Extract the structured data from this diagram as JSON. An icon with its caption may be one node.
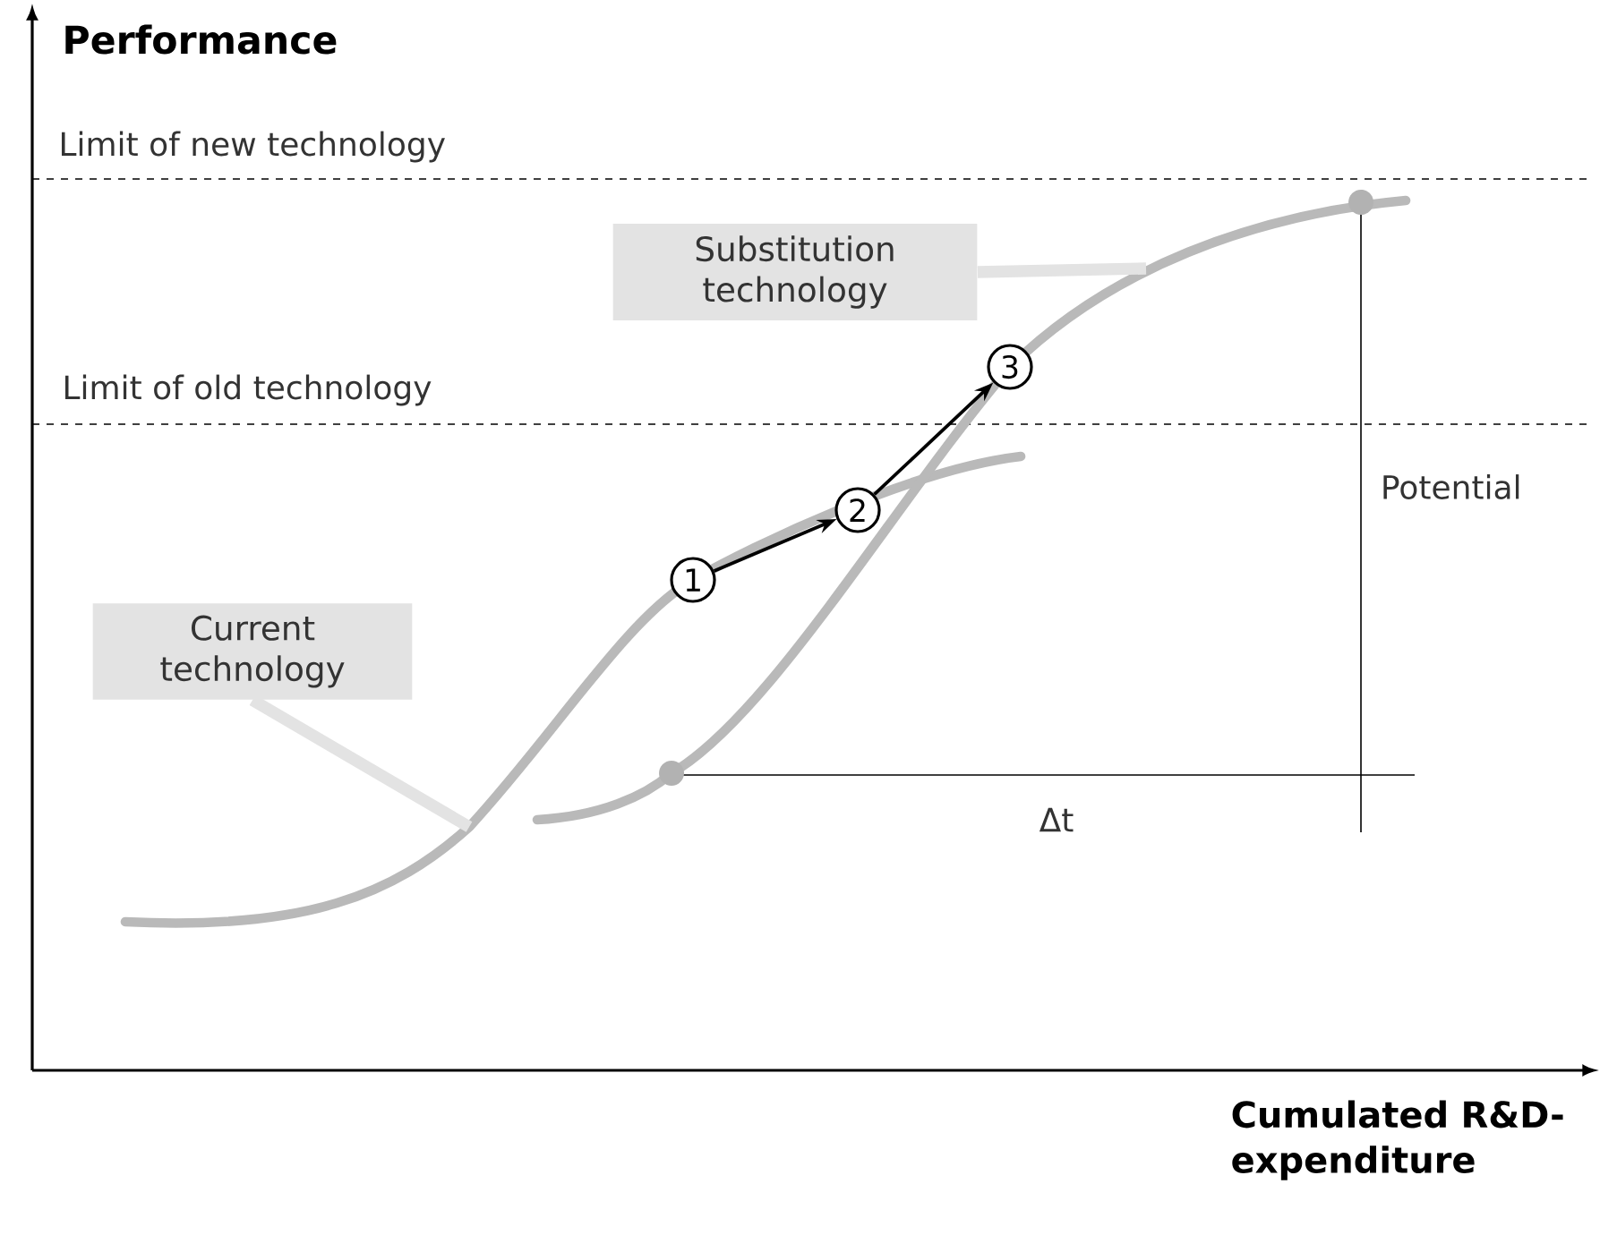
{
  "diagram": {
    "nodes": [
      {
        "text": [
          "Substitution technology"
        ]
      },
      {
        "text": [
          "Current technology"
        ]
      },
      {
        "text": [
          "1"
        ]
      },
      {
        "text": [
          "2"
        ]
      },
      {
        "text": [
          "3"
        ]
      }
    ],
    "edges": [
      {
        "from": 2,
        "to": 3,
        "arrow": "to"
      },
      {
        "from": 3,
        "to": 4,
        "arrow": "to"
      },
      {
        "from": 0,
        "to": null,
        "arrow": "none",
        "style": "thick",
        "color": "#e3e3e3"
      },
      {
        "from": 1,
        "to": null,
        "arrow": "none",
        "style": "thick",
        "color": "#e3e3e3"
      }
    ],
    "labels": [
      "Performance",
      "Limit of new technology",
      "Limit of old technology",
      "Potential",
      "Δt",
      "Cumulated R&D-expenditure"
    ]
  }
}
